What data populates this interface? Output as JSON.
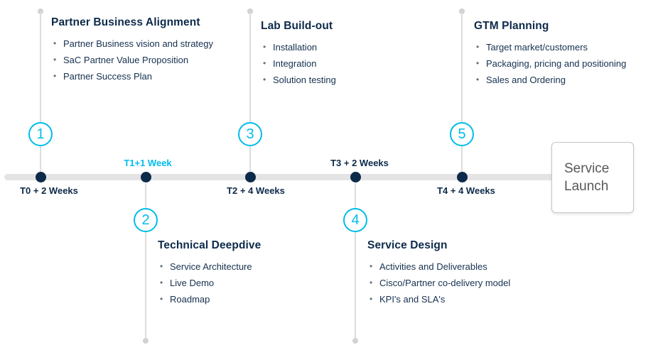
{
  "colors": {
    "navy": "#0d2a4a",
    "cyan": "#00bceb",
    "timeline_bar": "#e4e4e4",
    "connector_gray": "#dcdcdc",
    "launch_text": "#58585b"
  },
  "milestones": [
    {
      "number": "1",
      "side": "above",
      "time_label": "T0 + 2 Weeks",
      "title": "Partner Business Alignment",
      "bullets": [
        "Partner Business vision and strategy",
        "SaC Partner Value Proposition",
        "Partner Success Plan"
      ]
    },
    {
      "number": "2",
      "side": "below",
      "time_label": "T1+1 Week",
      "title": "Technical Deepdive",
      "bullets": [
        "Service Architecture",
        "Live Demo",
        "Roadmap"
      ]
    },
    {
      "number": "3",
      "side": "above",
      "time_label": "T2 + 4 Weeks",
      "title": "Lab Build-out",
      "bullets": [
        "Installation",
        "Integration",
        "Solution testing"
      ]
    },
    {
      "number": "4",
      "side": "below",
      "time_label": "T3 + 2 Weeks",
      "title": "Service Design",
      "bullets": [
        "Activities and Deliverables",
        "Cisco/Partner co-delivery model",
        "KPI's and SLA's"
      ]
    },
    {
      "number": "5",
      "side": "above",
      "time_label": "T4 + 4 Weeks",
      "title": "GTM Planning",
      "bullets": [
        "Target market/customers",
        "Packaging, pricing and positioning",
        "Sales and Ordering"
      ]
    }
  ],
  "endpoint": {
    "label": "Service Launch"
  }
}
